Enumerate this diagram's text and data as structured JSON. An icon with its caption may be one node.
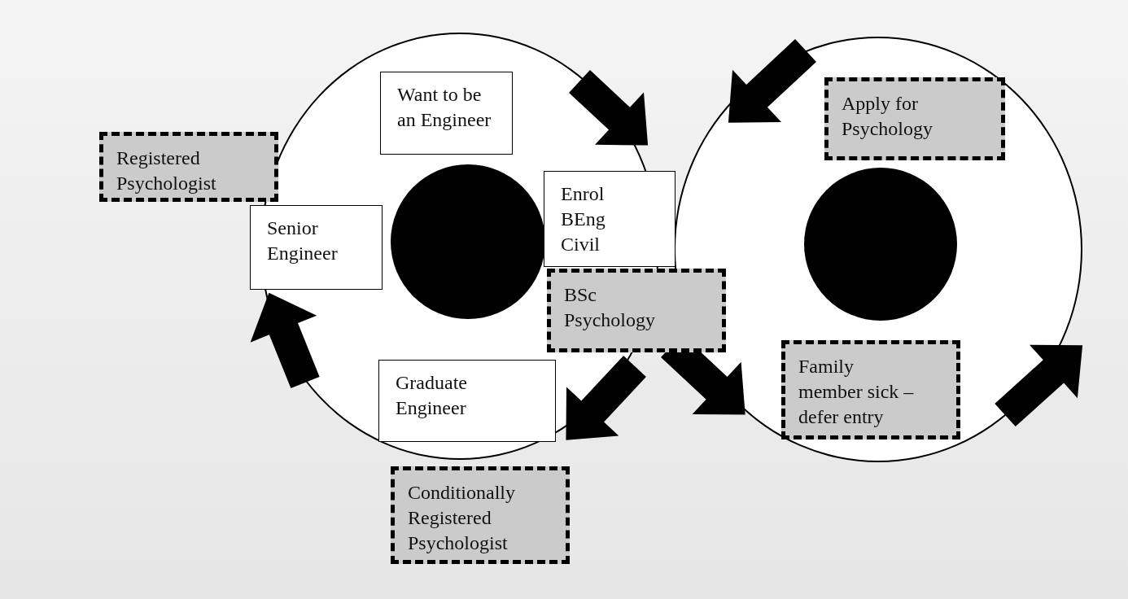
{
  "diagram": {
    "nodes": [
      {
        "text": [],
        "shape": "circle"
      },
      {
        "text": [],
        "shape": "circle"
      },
      {
        "text": [],
        "shape": "circle",
        "in": 0
      },
      {
        "text": [],
        "shape": "circle",
        "in": 1
      },
      {
        "text": [
          "Want to be an Engineer"
        ],
        "in": 0
      },
      {
        "text": [
          "Registered Psychologist"
        ]
      },
      {
        "text": [
          "Apply for Psychology"
        ],
        "in": 1
      },
      {
        "text": [
          "Enrol BEng Civil"
        ]
      },
      {
        "text": [
          "Senior Engineer"
        ]
      },
      {
        "text": [
          "BSc Psychology"
        ]
      },
      {
        "text": [
          "Family member sick – defer entry"
        ],
        "in": 1
      },
      {
        "text": [
          "Graduate Engineer"
        ],
        "in": 0
      },
      {
        "text": [
          "Conditionally Registered Psychologist"
        ]
      }
    ]
  }
}
